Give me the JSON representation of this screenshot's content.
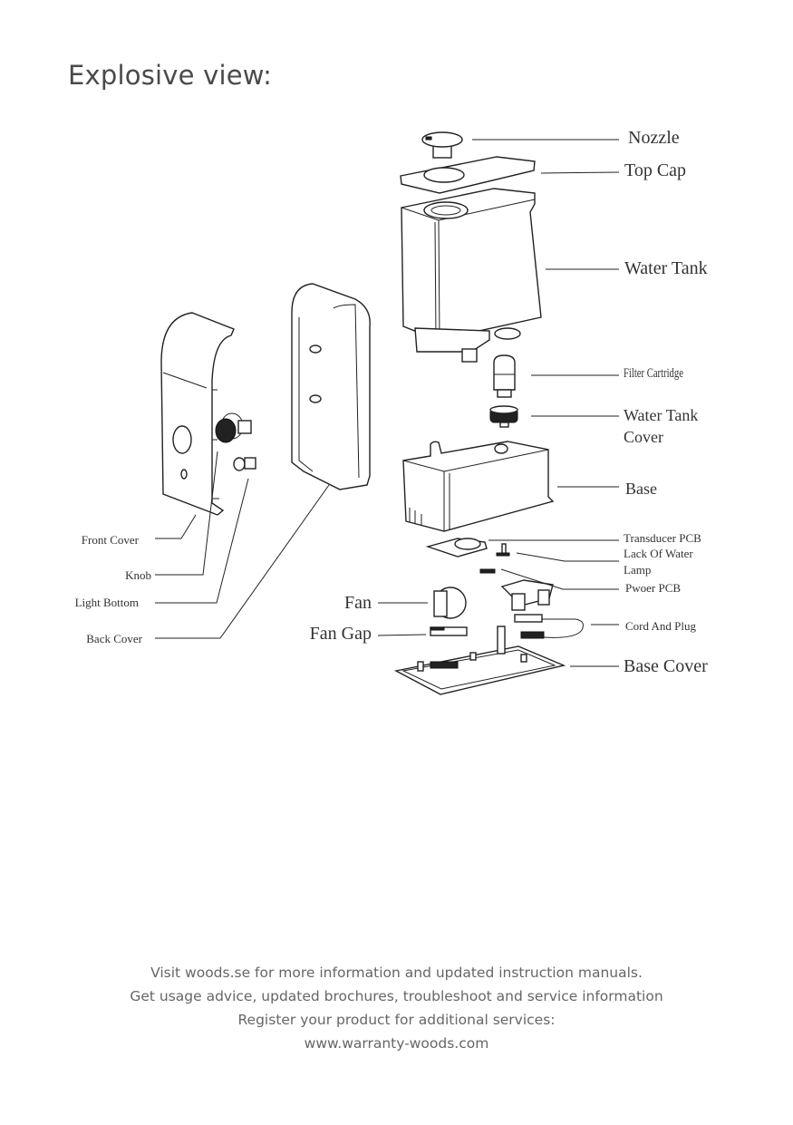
{
  "title": "Explosive view:",
  "labels": {
    "nozzle": "Nozzle",
    "top_cap": "Top Cap",
    "water_tank": "Water Tank",
    "filter_cartridge": "Filter Cartridge",
    "water_tank_cover_line1": "Water Tank",
    "water_tank_cover_line2": "Cover",
    "base": "Base",
    "transducer_pcb": "Transducer PCB",
    "lack_of_water_line1": "Lack Of Water",
    "lack_of_water_line2": "Lamp",
    "power_pcb": "Pwoer PCB",
    "cord_and_plug": "Cord And Plug",
    "base_cover": "Base Cover",
    "fan": "Fan",
    "fan_gap": "Fan Gap",
    "front_cover": "Front Cover",
    "knob": "Knob",
    "light_bottom": "Light Bottom",
    "back_cover": "Back Cover"
  },
  "footer": {
    "line1": "Visit woods.se for more information and updated instruction manuals.",
    "line2": "Get usage advice, updated brochures, troubleshoot and service information",
    "line3": "Register your product for additional services:",
    "line4": "www.warranty-woods.com"
  }
}
